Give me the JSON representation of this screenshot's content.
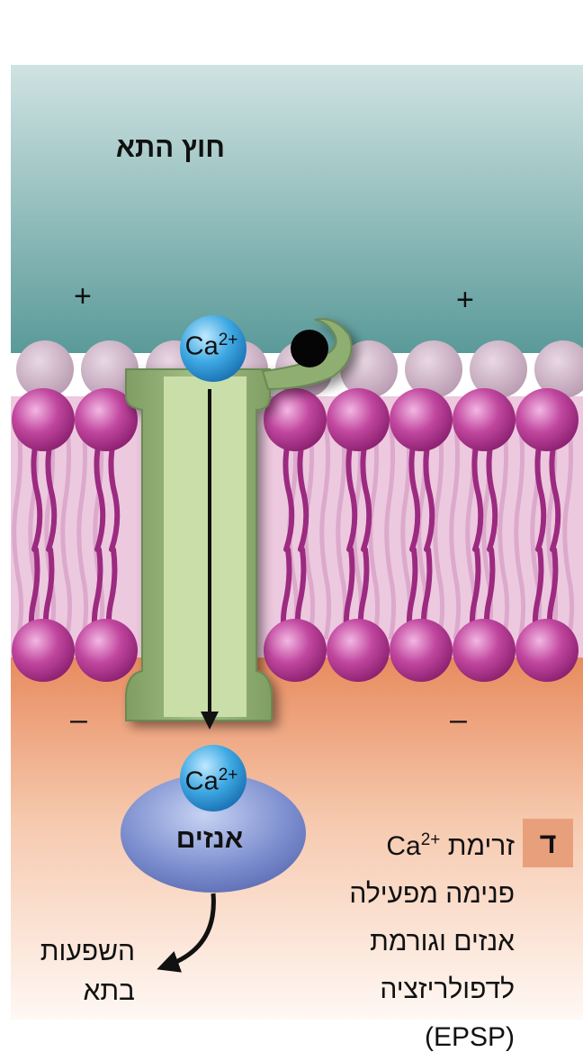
{
  "labels": {
    "outside_cell": "חוץ התא",
    "enzyme": "אנזים",
    "effects_line1": "השפעות",
    "effects_line2": "בתא",
    "plus": "+",
    "minus": "–",
    "ion": "Ca",
    "ion_charge": "2+",
    "badge": "ד"
  },
  "caption": {
    "line1_text": "זרימת",
    "line1_ion": "Ca",
    "line1_charge": "2+",
    "line2": "פנימה מפעילה",
    "line3": "אנזים וגורמת",
    "line4": "לדפולריזציה",
    "line5": "(EPSP)"
  },
  "colors": {
    "outside_top": "#c9dede",
    "outside_bottom": "#5e9c9c",
    "inside_top": "#e78a5e",
    "inside_bottom": "#fdf1ea",
    "lipid_head": "#b83a97",
    "lipid_tail": "#c967b0",
    "channel": "#8fae72",
    "channel_inner": "#c9dca8",
    "ion": "#3aa7e0",
    "enzyme": "#6f80c4",
    "badge": "#e8a07c"
  }
}
